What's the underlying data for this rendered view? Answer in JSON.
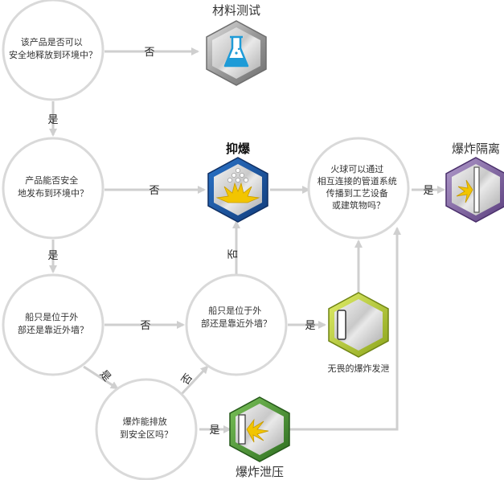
{
  "colors": {
    "circle_stroke": "#d9d9d9",
    "arrow": "#cfcfcf",
    "hex_gray": "#8c8c8c",
    "hex_blue": "#1f5aa6",
    "hex_purple": "#7a5a9c",
    "hex_yellow_green": "#b8cc2a",
    "hex_green": "#3f8f2f",
    "flask_blue": "#1e9bd7",
    "explosion_yellow": "#f2c500"
  },
  "nodes": {
    "q1": [
      "该产品是否可以",
      "安全地释放到环境中？"
    ],
    "q2": [
      "产品能否安全",
      "地发布到环境中？"
    ],
    "q3": [
      "船只是位于外",
      "部还是靠近外墙？"
    ],
    "q4": [
      "船只是位于外",
      "部还是靠近外墙？"
    ],
    "q5": [
      "爆炸能排放",
      "到安全区吗？"
    ],
    "q6": [
      "火球可以通过",
      "相互连接的管道系统",
      "传播到工艺设备",
      "或建筑物吗？"
    ]
  },
  "outcomes": {
    "material_testing": "材料测试",
    "suppression": "抑爆",
    "isolation": "爆炸隔离",
    "flameless_venting": "无畏的爆炸发泄",
    "venting": "爆炸泄压"
  },
  "edges": {
    "q1_no": "否",
    "q1_yes": "是",
    "q2_no": "否",
    "q2_yes": "是",
    "q3_no": "否",
    "q3_yes": "是",
    "q4_yes": "是",
    "q4_no": "否",
    "q5_yes": "是",
    "q5_no": "否",
    "q6_yes": "是"
  },
  "icons": {
    "material_testing": "flask-icon",
    "suppression": "suppression-burst-icon",
    "isolation": "isolation-valve-icon",
    "flameless_venting": "flameless-vent-icon",
    "venting": "vent-burst-icon"
  }
}
